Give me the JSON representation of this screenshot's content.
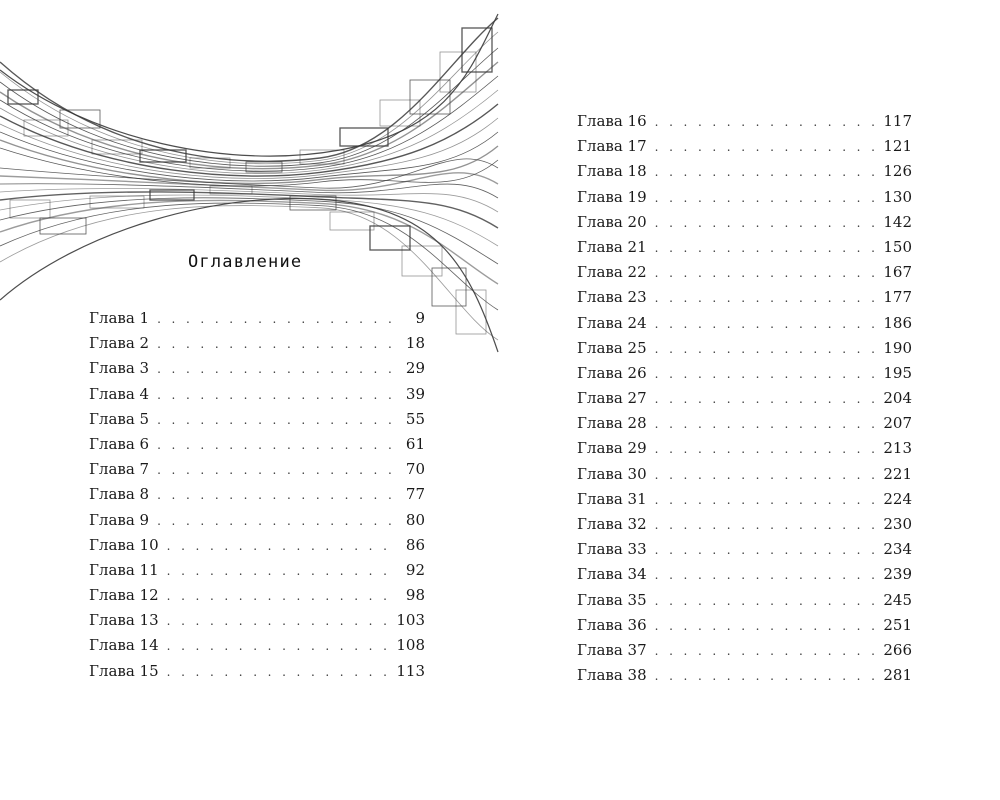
{
  "toc": {
    "heading": "Оглавление",
    "left_entries": [
      {
        "label": "Глава 1",
        "page": "9"
      },
      {
        "label": "Глава 2",
        "page": "18"
      },
      {
        "label": "Глава 3",
        "page": "29"
      },
      {
        "label": "Глава 4",
        "page": "39"
      },
      {
        "label": "Глава 5",
        "page": "55"
      },
      {
        "label": "Глава 6",
        "page": "61"
      },
      {
        "label": "Глава 7",
        "page": "70"
      },
      {
        "label": "Глава 8",
        "page": "77"
      },
      {
        "label": "Глава 9",
        "page": "80"
      },
      {
        "label": "Глава 10",
        "page": "86"
      },
      {
        "label": "Глава 11",
        "page": "92"
      },
      {
        "label": "Глава 12",
        "page": "98"
      },
      {
        "label": "Глава 13",
        "page": "103"
      },
      {
        "label": "Глава 14",
        "page": "108"
      },
      {
        "label": "Глава 15",
        "page": "113"
      }
    ],
    "right_entries": [
      {
        "label": "Глава 16",
        "page": "117"
      },
      {
        "label": "Глава 17",
        "page": "121"
      },
      {
        "label": "Глава 18",
        "page": "126"
      },
      {
        "label": "Глава 19",
        "page": "130"
      },
      {
        "label": "Глава 20",
        "page": "142"
      },
      {
        "label": "Глава 21",
        "page": "150"
      },
      {
        "label": "Глава 22",
        "page": "167"
      },
      {
        "label": "Глава 23",
        "page": "177"
      },
      {
        "label": "Глава 24",
        "page": "186"
      },
      {
        "label": "Глава 25",
        "page": "190"
      },
      {
        "label": "Глава 26",
        "page": "195"
      },
      {
        "label": "Глава 27",
        "page": "204"
      },
      {
        "label": "Глава 28",
        "page": "207"
      },
      {
        "label": "Глава 29",
        "page": "213"
      },
      {
        "label": "Глава 30",
        "page": "221"
      },
      {
        "label": "Глава 31",
        "page": "224"
      },
      {
        "label": "Глава 32",
        "page": "230"
      },
      {
        "label": "Глава 33",
        "page": "234"
      },
      {
        "label": "Глава 34",
        "page": "239"
      },
      {
        "label": "Глава 35",
        "page": "245"
      },
      {
        "label": "Глава 36",
        "page": "251"
      },
      {
        "label": "Глава 37",
        "page": "266"
      },
      {
        "label": "Глава 38",
        "page": "281"
      }
    ]
  },
  "ornament": {
    "stroke_color": "#3a3a3a",
    "icon": "tunnel-lines-ornament"
  }
}
